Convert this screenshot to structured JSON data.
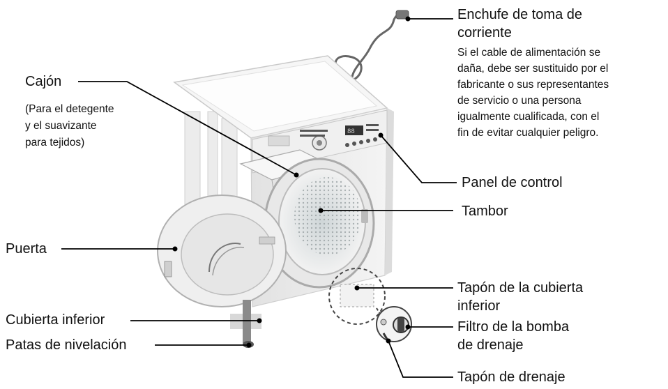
{
  "labels": {
    "enchufe": {
      "title_line1": "Enchufe de toma de",
      "title_line2": "corriente",
      "note": [
        "Si el cable de alimentación se",
        "daña, debe ser sustituido por el",
        "fabricante o sus representantes",
        "de servicio o una persona",
        "igualmente cualificada, con el",
        "fin de evitar cualquier peligro."
      ]
    },
    "cajon": {
      "title": "Cajón",
      "note": [
        "(Para el detegente",
        "y el suavizante",
        "para tejidos)"
      ]
    },
    "panel": "Panel de control",
    "tambor": "Tambor",
    "puerta": "Puerta",
    "tapon_cubierta": [
      "Tapón de la cubierta",
      "inferior"
    ],
    "filtro": [
      "Filtro de la bomba",
      "de drenaje"
    ],
    "cubierta_inferior": "Cubierta inferior",
    "patas": "Patas de nivelación",
    "tapon_drenaje": "Tapón de drenaje"
  }
}
